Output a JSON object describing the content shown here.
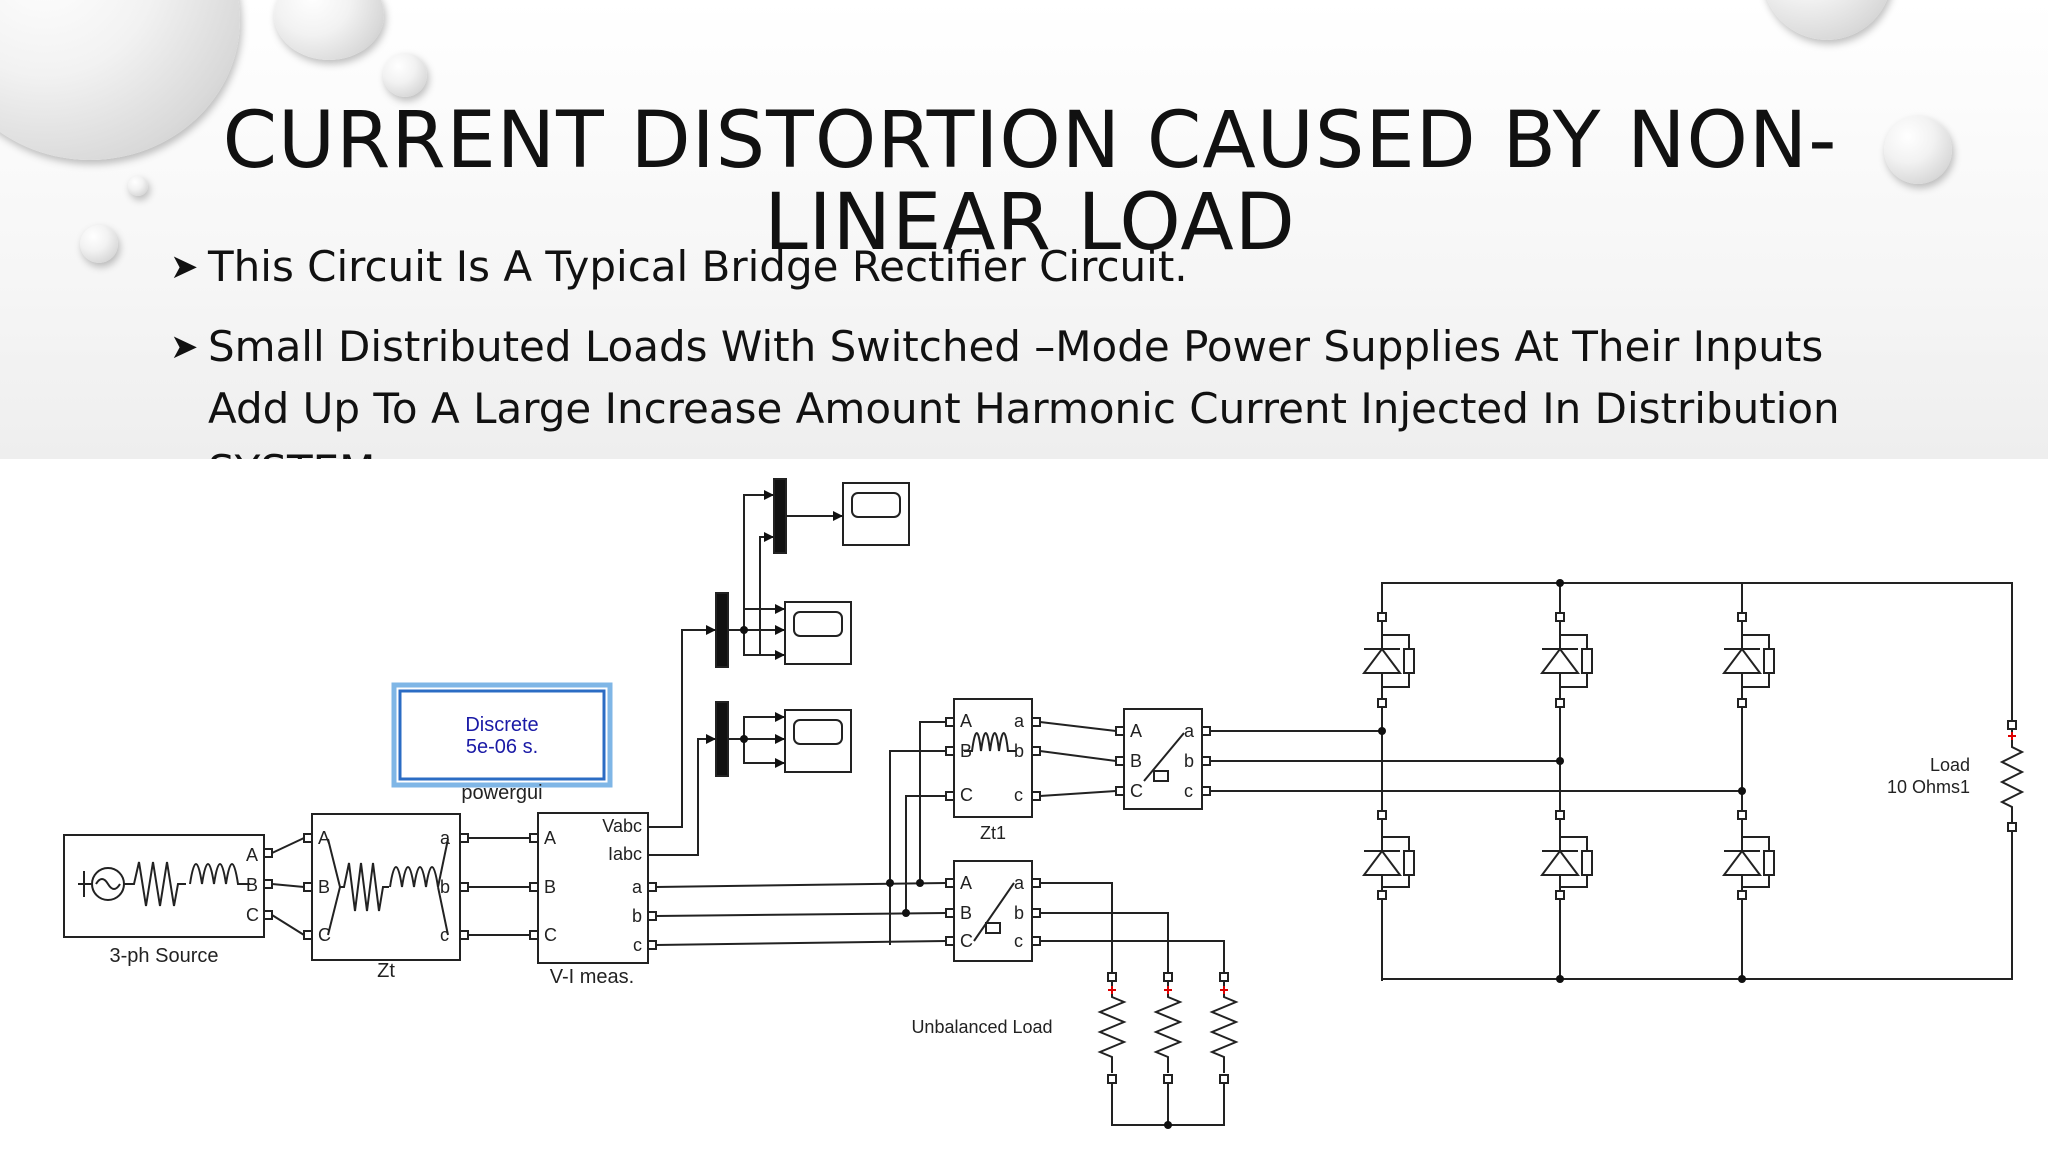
{
  "slide": {
    "title": "CURRENT DISTORTION CAUSED BY NON-LINEAR LOAD",
    "bullets": [
      "This Circuit Is A Typical Bridge Rectifier Circuit.",
      "Small Distributed Loads With Switched –Mode Power Supplies At Their Inputs Add Up To A Large Increase Amount Harmonic Current Injected In Distribution SYSTEM."
    ],
    "bullet_icon": "arrow-bullet-icon"
  },
  "diagram": {
    "powergui": {
      "line1": "Discrete",
      "line2": "5e-06 s.",
      "label": "powergui"
    },
    "source": {
      "label": "3-ph Source",
      "ports": [
        "A",
        "B",
        "C"
      ]
    },
    "zt": {
      "label": "Zt",
      "in_ports": [
        "A",
        "B",
        "C"
      ],
      "out_ports": [
        "a",
        "b",
        "c"
      ]
    },
    "vi_meas": {
      "label": "V-I meas.",
      "in_ports": [
        "A",
        "B",
        "C"
      ],
      "out_ports": [
        "Vabc",
        "Iabc",
        "a",
        "b",
        "c"
      ]
    },
    "zt1": {
      "label": "Zt1",
      "in_ports": [
        "A",
        "B",
        "C"
      ],
      "out_ports": [
        "a",
        "b",
        "c"
      ]
    },
    "breaker_top": {
      "in_ports": [
        "A",
        "B",
        "C"
      ],
      "out_ports": [
        "a",
        "b",
        "c"
      ]
    },
    "breaker_bottom": {
      "in_ports": [
        "A",
        "B",
        "C"
      ],
      "out_ports": [
        "a",
        "b",
        "c"
      ]
    },
    "unbalanced_load": {
      "label": "Unbalanced Load"
    },
    "load": {
      "line1": "Load",
      "line2": "10 Ohms1"
    },
    "accent_color": "#1a1aa6",
    "highlight_color": "#2b6cc4"
  }
}
